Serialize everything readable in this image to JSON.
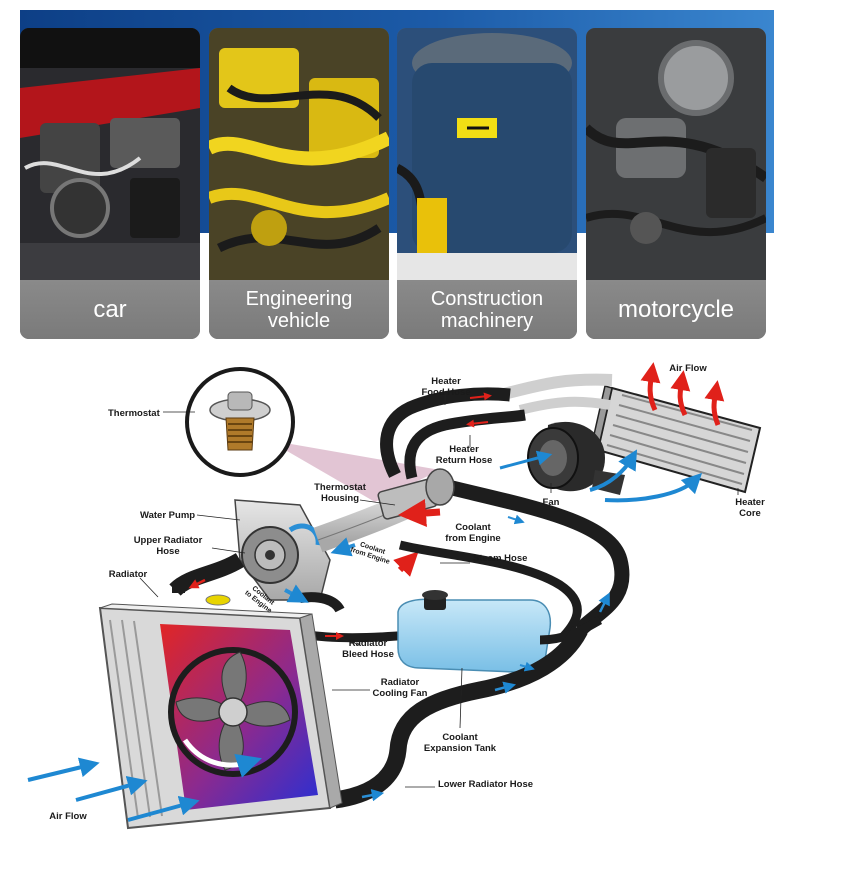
{
  "applications": [
    {
      "label": "car"
    },
    {
      "label": "Engineering\nvehicle"
    },
    {
      "label": "Construction\nmachinery"
    },
    {
      "label": "motorcycle"
    }
  ],
  "diagram": {
    "labels": {
      "thermostat": "Thermostat",
      "heater_food_hose": "Heater\nFood Hose",
      "air_flow_top": "Air Flow",
      "heater_return_hose": "Heater\nReturn Hose",
      "thermostat_housing": "Thermostat\nHousing",
      "fan": "Fan",
      "heater_core": "Heater\nCore",
      "water_pump": "Water Pump",
      "coolant_from_engine": "Coolant\nfrom Engine",
      "upper_radiator_hose": "Upper Radiator\nHose",
      "coolant_from_engine_small": "Coolant\nfrom Engine",
      "steam_hose": "Steam Hose",
      "radiator": "Radiator",
      "coolant_to_engine": "Coolant\nto Engine",
      "radiator_bleed_hose": "Radiator\nBleed Hose",
      "radiator_cooling_fan": "Radiator\nCooling Fan",
      "coolant_expansion_tank": "Coolant\nExpansion Tank",
      "lower_radiator_hose": "Lower Radiator Hose",
      "air_flow_bottom": "Air Flow"
    },
    "colors": {
      "hose": "#1d1d1d",
      "coolant_hot": "#e0211a",
      "coolant_cold": "#2a8fd6",
      "air_flow": "#1e88d2",
      "tank": "#9dd3ef"
    }
  }
}
